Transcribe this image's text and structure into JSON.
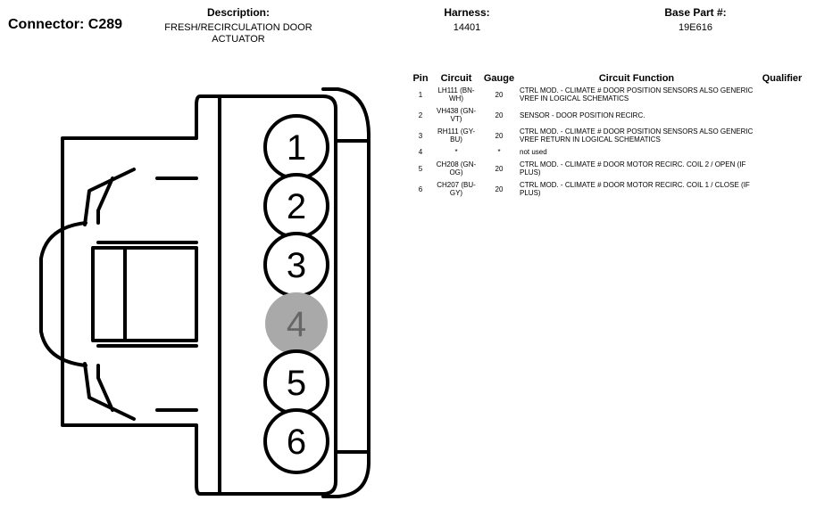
{
  "connector": {
    "title": "Connector: C289"
  },
  "header": {
    "description_label": "Description:",
    "description_value": "FRESH/RECIRCULATION DOOR ACTUATOR",
    "harness_label": "Harness:",
    "harness_value": "14401",
    "base_part_label": "Base Part #:",
    "base_part_value": "19E616"
  },
  "table": {
    "columns": [
      "Pin",
      "Circuit",
      "Gauge",
      "Circuit Function",
      "Qualifier"
    ],
    "rows": [
      {
        "pin": "1",
        "circuit": "LH111 (BN-WH)",
        "gauge": "20",
        "function": "CTRL MOD. - CLIMATE # DOOR POSITION SENSORS ALSO GENERIC VREF IN LOGICAL SCHEMATICS",
        "qualifier": ""
      },
      {
        "pin": "2",
        "circuit": "VH438 (GN-VT)",
        "gauge": "20",
        "function": "SENSOR - DOOR POSITION RECIRC.",
        "qualifier": ""
      },
      {
        "pin": "3",
        "circuit": "RH111 (GY-BU)",
        "gauge": "20",
        "function": "CTRL MOD. - CLIMATE # DOOR POSITION SENSORS ALSO GENERIC VREF RETURN IN LOGICAL SCHEMATICS",
        "qualifier": ""
      },
      {
        "pin": "4",
        "circuit": "*",
        "gauge": "*",
        "function": "not used",
        "qualifier": ""
      },
      {
        "pin": "5",
        "circuit": "CH208 (GN-OG)",
        "gauge": "20",
        "function": "CTRL MOD. - CLIMATE # DOOR MOTOR RECIRC. COIL 2 / OPEN (IF PLUS)",
        "qualifier": ""
      },
      {
        "pin": "6",
        "circuit": "CH207 (BU-GY)",
        "gauge": "20",
        "function": "CTRL MOD. - CLIMATE # DOOR MOTOR RECIRC. COIL 1 / CLOSE (IF PLUS)",
        "qualifier": ""
      }
    ]
  },
  "diagram": {
    "pins": [
      {
        "label": "1",
        "used": true
      },
      {
        "label": "2",
        "used": true
      },
      {
        "label": "3",
        "used": true
      },
      {
        "label": "4",
        "used": false
      },
      {
        "label": "5",
        "used": true
      },
      {
        "label": "6",
        "used": true
      }
    ],
    "colors": {
      "unused_pin_fill": "#a9a9a9",
      "unused_pin_text": "#666666",
      "stroke": "#000000"
    }
  }
}
